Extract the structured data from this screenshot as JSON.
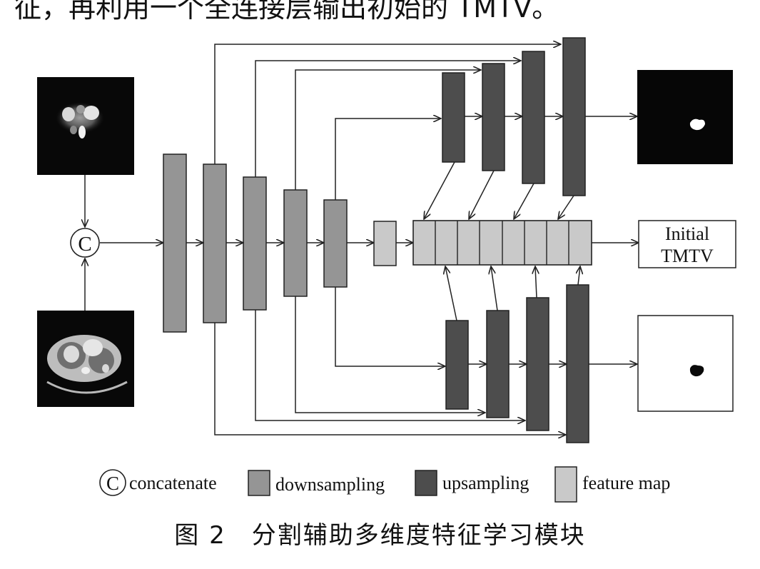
{
  "top_text": "征，再利用一个全连接层输出初始的 TMTV。",
  "output_box": {
    "line1": "Initial",
    "line2": "TMTV"
  },
  "concat_symbol": "C",
  "legend": {
    "concatenate_symbol": "C",
    "concatenate": "concatenate",
    "downsampling": "downsampling",
    "upsampling": "upsampling",
    "feature_map": "feature map"
  },
  "caption": "图 2　分割辅助多维度特征学习模块",
  "colors": {
    "downsampling": "#959595",
    "upsampling": "#4d4d4d",
    "feature_map": "#c9c9c9",
    "stroke": "#222222"
  }
}
